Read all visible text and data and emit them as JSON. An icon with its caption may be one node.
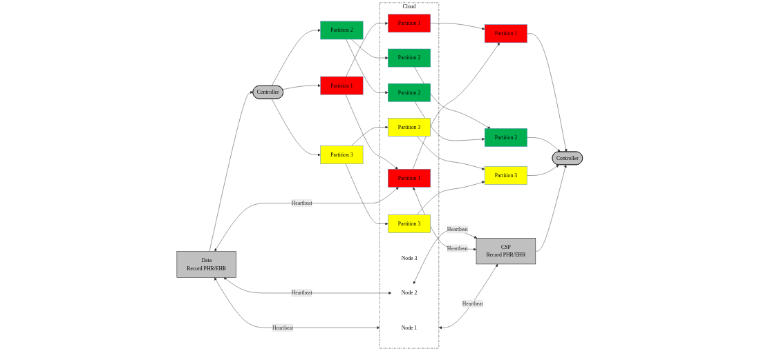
{
  "diagram": {
    "nodes": [
      {
        "text": [
          "Cloud"
        ]
      },
      {
        "text": [
          "Node 1"
        ],
        "in": 0
      },
      {
        "text": [
          "Partition 1"
        ],
        "in": 0
      },
      {
        "text": [
          "Partition 2"
        ],
        "in": 0
      },
      {
        "text": [
          "Node 2"
        ],
        "in": 0
      },
      {
        "text": [
          "Partition 2"
        ],
        "in": 0
      },
      {
        "text": [
          "Partition 3"
        ],
        "in": 0
      },
      {
        "text": [
          "Node 3"
        ],
        "in": 0
      },
      {
        "text": [
          "Partition 3"
        ],
        "in": 0
      },
      {
        "text": [
          "Partition 1"
        ],
        "in": 0
      },
      {
        "text": [
          "Data",
          "Record PHR/EHR"
        ]
      },
      {
        "text": [
          "Controller"
        ]
      },
      {
        "text": [
          "Partition 1"
        ]
      },
      {
        "text": [
          "Partition 2"
        ]
      },
      {
        "text": [
          "Partition 3"
        ]
      },
      {
        "text": [
          "Partition 1"
        ]
      },
      {
        "text": [
          "Partition 2"
        ]
      },
      {
        "text": [
          "Partition 3"
        ]
      },
      {
        "text": [
          "Controller"
        ]
      },
      {
        "text": [
          "CSP",
          "Record PHR/EHR"
        ]
      }
    ],
    "edges": [
      {
        "from": 10,
        "to": 11,
        "arrow": "to"
      },
      {
        "from": 11,
        "to": 12,
        "arrow": "to"
      },
      {
        "from": 11,
        "to": 13,
        "arrow": "to"
      },
      {
        "from": 11,
        "to": 14,
        "arrow": "to"
      },
      {
        "from": 12,
        "to": 2,
        "arrow": "to"
      },
      {
        "from": 12,
        "to": 9,
        "arrow": "to"
      },
      {
        "from": 13,
        "to": 3,
        "arrow": "to"
      },
      {
        "from": 13,
        "to": 5,
        "arrow": "to"
      },
      {
        "from": 14,
        "to": 6,
        "arrow": "to"
      },
      {
        "from": 14,
        "to": 8,
        "arrow": "to"
      },
      {
        "from": 2,
        "to": 15,
        "arrow": "to"
      },
      {
        "from": 3,
        "to": 16,
        "arrow": "to"
      },
      {
        "from": 5,
        "to": 16,
        "arrow": "to"
      },
      {
        "from": 6,
        "to": 17,
        "arrow": "to"
      },
      {
        "from": 8,
        "to": 17,
        "arrow": "to"
      },
      {
        "from": 9,
        "to": 15,
        "arrow": "to"
      },
      {
        "from": 15,
        "to": 18,
        "arrow": "to"
      },
      {
        "from": 16,
        "to": 18,
        "arrow": "to"
      },
      {
        "from": 17,
        "to": 18,
        "arrow": "to"
      },
      {
        "from": 19,
        "to": 18,
        "arrow": "to"
      },
      {
        "from": 10,
        "to": 0,
        "arrow": "both",
        "label": "Heartbeat"
      },
      {
        "from": 0,
        "to": 19,
        "arrow": "both",
        "label": "Heartbeat"
      },
      {
        "from": 10,
        "to": 4,
        "arrow": "both",
        "label": "Heartbeat"
      },
      {
        "from": 4,
        "to": 19,
        "arrow": "both",
        "label": "Heartbeat"
      },
      {
        "from": 10,
        "to": 9,
        "arrow": "both",
        "label": "Heartbeat"
      },
      {
        "from": 9,
        "to": 19,
        "arrow": "both",
        "label": "Heartbeat"
      }
    ]
  }
}
